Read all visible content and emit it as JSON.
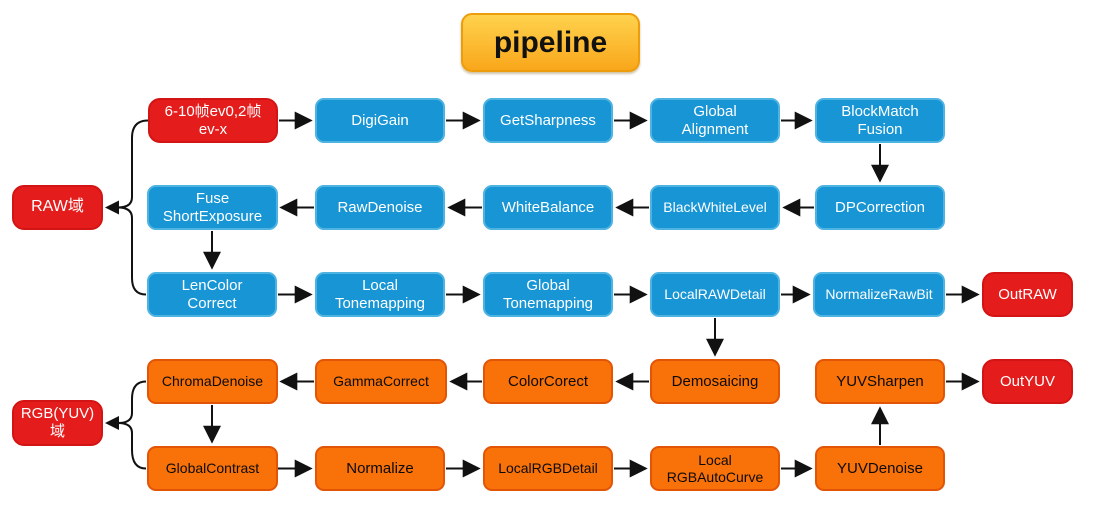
{
  "title": "pipeline",
  "colors": {
    "blue_fill": "#1795D4",
    "blue_border": "#4FB3E2",
    "orange_fill": "#F87109",
    "orange_border": "#E25506",
    "red_fill": "#E51C1C",
    "title_gradient_top": "#FFD24D",
    "title_gradient_bottom": "#F9A71B",
    "arrow": "#111111"
  },
  "nodes": {
    "input_frames": "6-10帧ev0,2帧\nev-x",
    "digigain": "DigiGain",
    "getsharpness": "GetSharpness",
    "global_alignment": "Global\nAlignment",
    "blockmatch_fusion": "BlockMatch\nFusion",
    "raw_domain": "RAW域",
    "fuse_short_exposure": "Fuse\nShortExposure",
    "rawdenoise": "RawDenoise",
    "whitebalance": "WhiteBalance",
    "blackwhitelevel": "BlackWhiteLevel",
    "dpcorrection": "DPCorrection",
    "lencolor_correct": "LenColor\nCorrect",
    "local_tonemapping": "Local\nTonemapping",
    "global_tonemapping": "Global\nTonemapping",
    "localrawdetail": "LocalRAWDetail",
    "normalizerawbit": "NormalizeRawBit",
    "outraw": "OutRAW",
    "chromadenoise": "ChromaDenoise",
    "gammacorrect": "GammaCorrect",
    "colorcorect": "ColorCorect",
    "demosaicing": "Demosaicing",
    "yuvsharpen": "YUVSharpen",
    "outyuv": "OutYUV",
    "rgb_yuv_domain": "RGB(YUV)\n域",
    "globalcontrast": "GlobalContrast",
    "normalize": "Normalize",
    "localrgbdetail": "LocalRGBDetail",
    "local_rgbautocurve": "Local\nRGBAutoCurve",
    "yuvdenoise": "YUVDenoise"
  },
  "edges": [
    {
      "from": "input_frames",
      "to": "digigain"
    },
    {
      "from": "digigain",
      "to": "getsharpness"
    },
    {
      "from": "getsharpness",
      "to": "global_alignment"
    },
    {
      "from": "global_alignment",
      "to": "blockmatch_fusion"
    },
    {
      "from": "blockmatch_fusion",
      "to": "dpcorrection"
    },
    {
      "from": "dpcorrection",
      "to": "blackwhitelevel"
    },
    {
      "from": "blackwhitelevel",
      "to": "whitebalance"
    },
    {
      "from": "whitebalance",
      "to": "rawdenoise"
    },
    {
      "from": "rawdenoise",
      "to": "fuse_short_exposure"
    },
    {
      "from": "fuse_short_exposure",
      "to": "lencolor_correct"
    },
    {
      "from": "lencolor_correct",
      "to": "local_tonemapping"
    },
    {
      "from": "local_tonemapping",
      "to": "global_tonemapping"
    },
    {
      "from": "global_tonemapping",
      "to": "localrawdetail"
    },
    {
      "from": "localrawdetail",
      "to": "normalizerawbit"
    },
    {
      "from": "normalizerawbit",
      "to": "outraw"
    },
    {
      "from": "localrawdetail",
      "to": "demosaicing"
    },
    {
      "from": "demosaicing",
      "to": "colorcorect"
    },
    {
      "from": "colorcorect",
      "to": "gammacorrect"
    },
    {
      "from": "gammacorrect",
      "to": "chromadenoise"
    },
    {
      "from": "chromadenoise",
      "to": "globalcontrast"
    },
    {
      "from": "globalcontrast",
      "to": "normalize"
    },
    {
      "from": "normalize",
      "to": "localrgbdetail"
    },
    {
      "from": "localrgbdetail",
      "to": "local_rgbautocurve"
    },
    {
      "from": "local_rgbautocurve",
      "to": "yuvdenoise"
    },
    {
      "from": "yuvdenoise",
      "to": "yuvsharpen"
    },
    {
      "from": "yuvsharpen",
      "to": "outyuv"
    },
    {
      "from": "input_frames",
      "to": "raw_domain"
    },
    {
      "from": "lencolor_correct",
      "to": "raw_domain"
    },
    {
      "from": "chromadenoise",
      "to": "rgb_yuv_domain"
    },
    {
      "from": "globalcontrast",
      "to": "rgb_yuv_domain"
    }
  ]
}
